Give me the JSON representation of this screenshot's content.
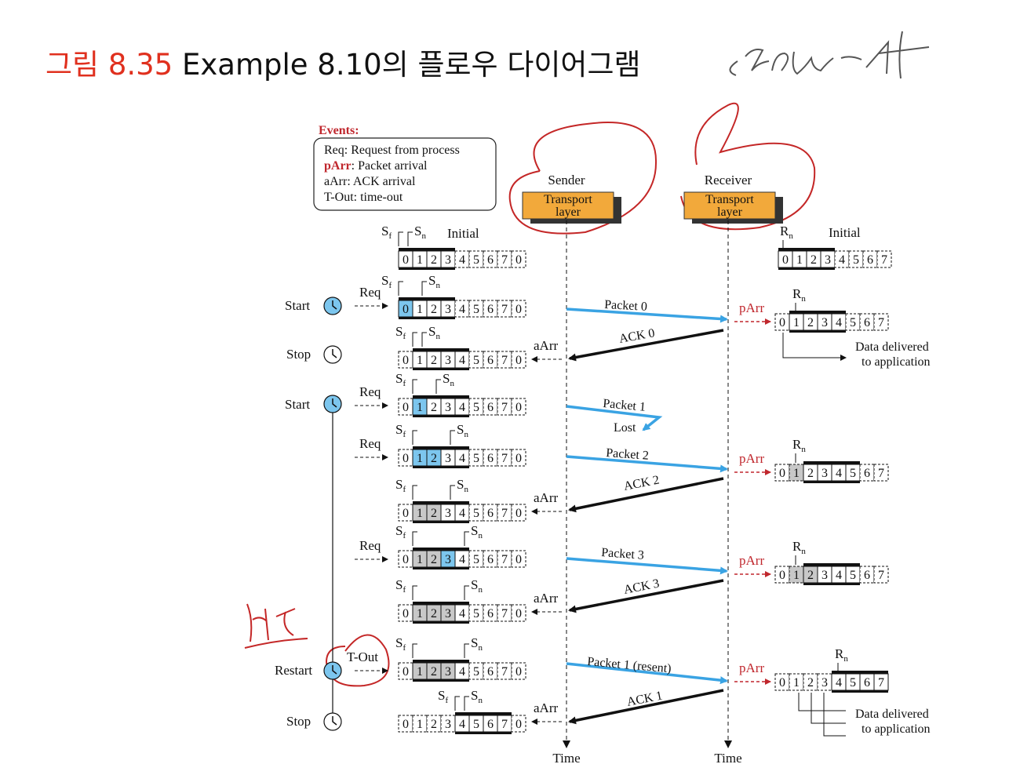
{
  "title": {
    "figure_label": "그림 8.35",
    "text": "Example 8.10의 플로우 다이어그램"
  },
  "handwriting": {
    "top_right": "cr 2dp w24",
    "bottom_left": "재전"
  },
  "legend": {
    "heading": "Events:",
    "items": [
      {
        "key": "Req",
        "desc": ": Request from process",
        "highlight": false
      },
      {
        "key": "pArr",
        "desc": ": Packet arrival",
        "highlight": true
      },
      {
        "key": "aArr",
        "desc": ": ACK arrival",
        "highlight": false
      },
      {
        "key": "T-Out",
        "desc": ": time-out",
        "highlight": false
      }
    ]
  },
  "sender": {
    "label": "Sender",
    "layer": "Transport\nlayer",
    "time": "Time"
  },
  "receiver": {
    "label": "Receiver",
    "layer": "Transport\nlayer",
    "time": "Time"
  },
  "labels": {
    "initial": "Initial",
    "sf": "S",
    "sn": "S",
    "rn": "R",
    "sub_f": "f",
    "sub_n": "n",
    "start": "Start",
    "stop": "Stop",
    "restart": "Restart",
    "req": "Req",
    "aArr": "aArr",
    "pArr": "pArr",
    "tout": "T-Out",
    "delivered_1": "Data delivered",
    "delivered_2": "to application"
  },
  "sender_window_numbers": [
    "0",
    "1",
    "2",
    "3",
    "4",
    "5",
    "6",
    "7",
    "0"
  ],
  "receiver_window_numbers": [
    "0",
    "1",
    "2",
    "3",
    "4",
    "5",
    "6",
    "7"
  ],
  "messages": [
    {
      "label": "Packet 0",
      "direction": "data"
    },
    {
      "label": "ACK 0",
      "direction": "ack"
    },
    {
      "label": "Packet 1",
      "direction": "lost"
    },
    {
      "label": "Lost",
      "direction": "lost-label"
    },
    {
      "label": "Packet 2",
      "direction": "data"
    },
    {
      "label": "ACK 2",
      "direction": "ack"
    },
    {
      "label": "Packet 3",
      "direction": "data"
    },
    {
      "label": "ACK 3",
      "direction": "ack"
    },
    {
      "label": "Packet 1 (resent)",
      "direction": "data"
    },
    {
      "label": "ACK 1",
      "direction": "ack"
    }
  ],
  "colors": {
    "title_red": "#e0301e",
    "packet_blue": "#3aa3e3",
    "event_red": "#c0272d",
    "layer_orange": "#f2a93b",
    "slot_blue": "#7cc6ee",
    "slot_gray": "#c8c8c8",
    "ink": "#c42727"
  }
}
